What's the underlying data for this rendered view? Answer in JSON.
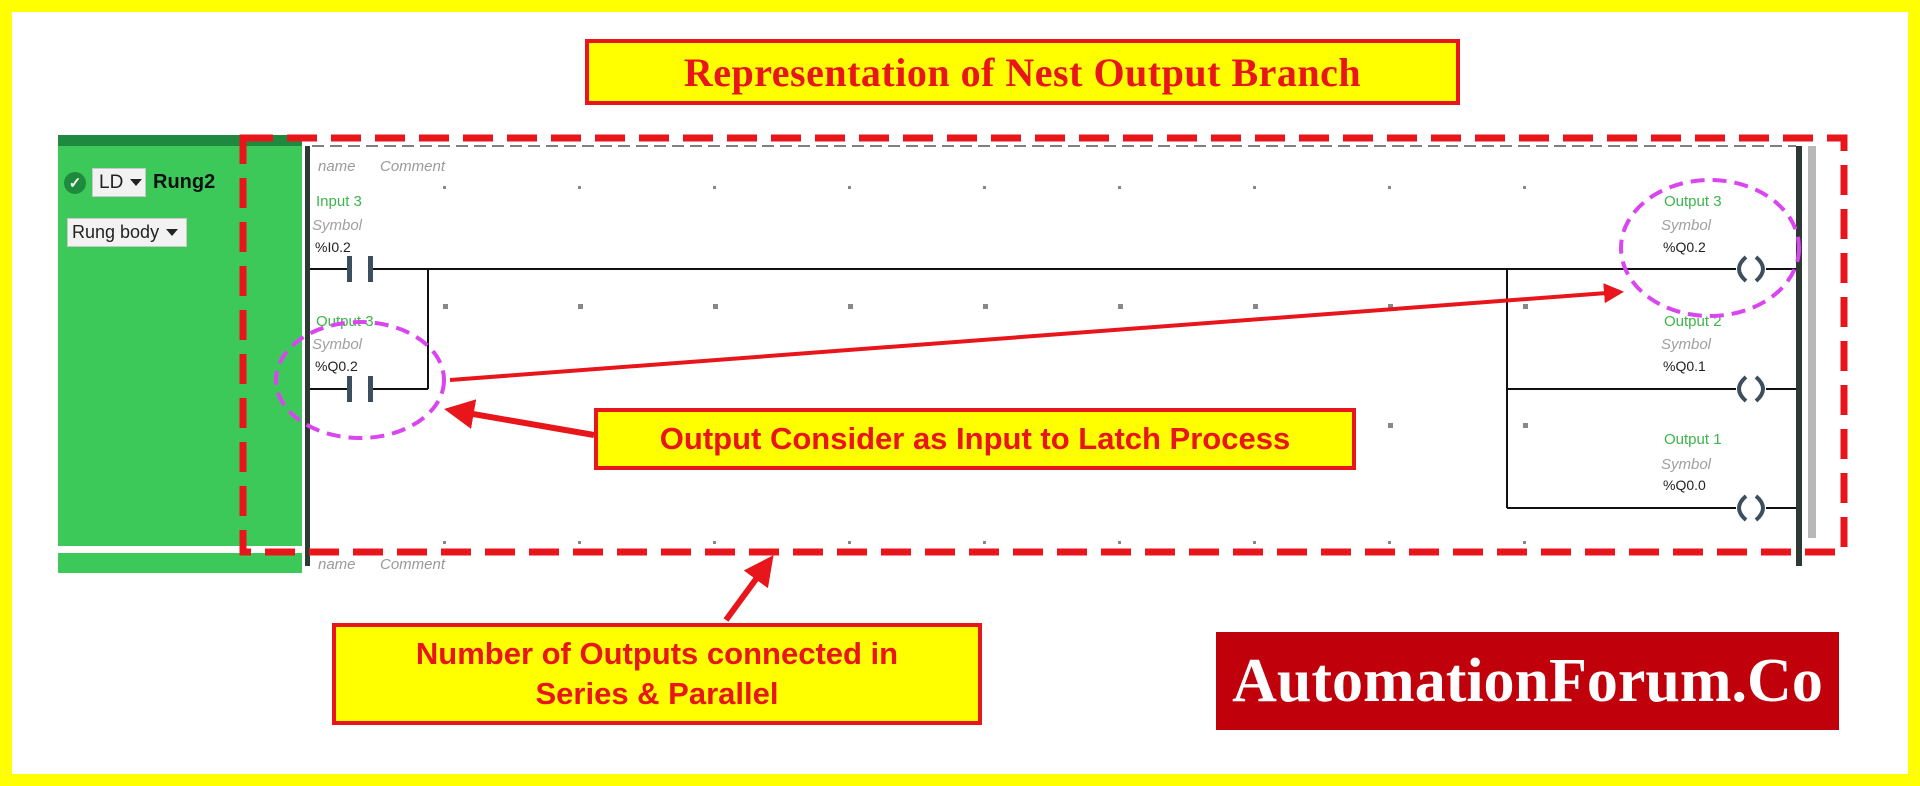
{
  "title": "Representation of Nest Output Branch",
  "rung": {
    "language": "LD",
    "name": "Rung2",
    "section_selector": "Rung body",
    "header_name": "name",
    "header_comment": "Comment",
    "next_header_name": "name",
    "next_header_comment": "Comment"
  },
  "contacts": [
    {
      "label": "Input 3",
      "symbol": "Symbol",
      "address": "%I0.2"
    },
    {
      "label": "Output 3",
      "symbol": "Symbol",
      "address": "%Q0.2"
    }
  ],
  "coils": [
    {
      "label": "Output 3",
      "symbol": "Symbol",
      "address": "%Q0.2"
    },
    {
      "label": "Output 2",
      "symbol": "Symbol",
      "address": "%Q0.1"
    },
    {
      "label": "Output 1",
      "symbol": "Symbol",
      "address": "%Q0.0"
    }
  ],
  "callouts": {
    "latch": "Output Consider as Input to Latch Process",
    "outputs_line1": "Number of Outputs connected in",
    "outputs_line2": "Series & Parallel"
  },
  "brand": "AutomationForum.Co",
  "colors": {
    "background": "#ffff00",
    "callout_border": "#e8151b",
    "rung_sidebar": "#3dc95a",
    "highlight_ellipse": "#d946ef",
    "brand_bg": "#c0000b"
  }
}
